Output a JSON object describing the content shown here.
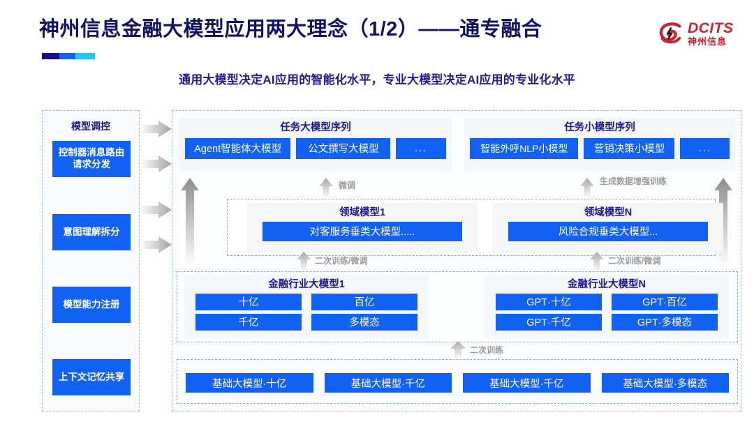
{
  "header": {
    "title": "神州信息金融大模型应用两大理念（1/2）——通专融合",
    "subtitle": "通用大模型决定AI应用的智能化水平，专业大模型决定AI应用的专业化水平",
    "logo": {
      "en": "DCITS",
      "cn": "神州信息",
      "icon": "dcits-swirl-icon",
      "color": "#d2202f"
    },
    "accent_colors": [
      "#140f8c",
      "#1a5ff0",
      "#2bc4ea"
    ]
  },
  "sidebar": {
    "title": "模型调控",
    "items": [
      {
        "label": "控制器消息路由请求分发"
      },
      {
        "label": "意图理解拆分"
      },
      {
        "label": "模型能力注册"
      },
      {
        "label": "上下文记忆共享"
      }
    ]
  },
  "diagram": {
    "task_models": [
      {
        "title": "任务大模型序列",
        "chips": [
          "Agent智能体大模型",
          "公文撰写大模型",
          "..."
        ]
      },
      {
        "title": "任务小模型序列",
        "chips": [
          "智能外呼NLP小模型",
          "营销决策小模型",
          "..."
        ]
      }
    ],
    "domain_models": [
      {
        "title": "领域模型1",
        "chip": "对客服务垂类大模型....."
      },
      {
        "title": "领域模型N",
        "chip": "风险合规垂类大模型..."
      }
    ],
    "industry_models": [
      {
        "title": "金融行业大模型1",
        "cells": [
          "十亿",
          "百亿",
          "千亿",
          "多模态"
        ]
      },
      {
        "title": "金融行业大模型N",
        "cells": [
          "GPT·十亿",
          "GPT·百亿",
          "GPT·千亿",
          "GPT·多模态"
        ]
      }
    ],
    "foundation_models": [
      "基础大模型·十亿",
      "基础大模型·千亿",
      "基础大模型·千亿",
      "基础大模型·多模态"
    ],
    "flow_labels": {
      "finetune": "微调",
      "data_augment": "生成数据增强训练",
      "retrain_finetune_left": "二次训练/微调",
      "retrain_finetune_right": "二次训练/微调",
      "retrain": "二次训练"
    }
  },
  "colors": {
    "chip_blue": "#1161f5",
    "title_navy": "#111166",
    "panel_gray": "#f4f6f8",
    "dash_border": "#8fa8d4",
    "arrow_gray": "#9a9a9a"
  }
}
